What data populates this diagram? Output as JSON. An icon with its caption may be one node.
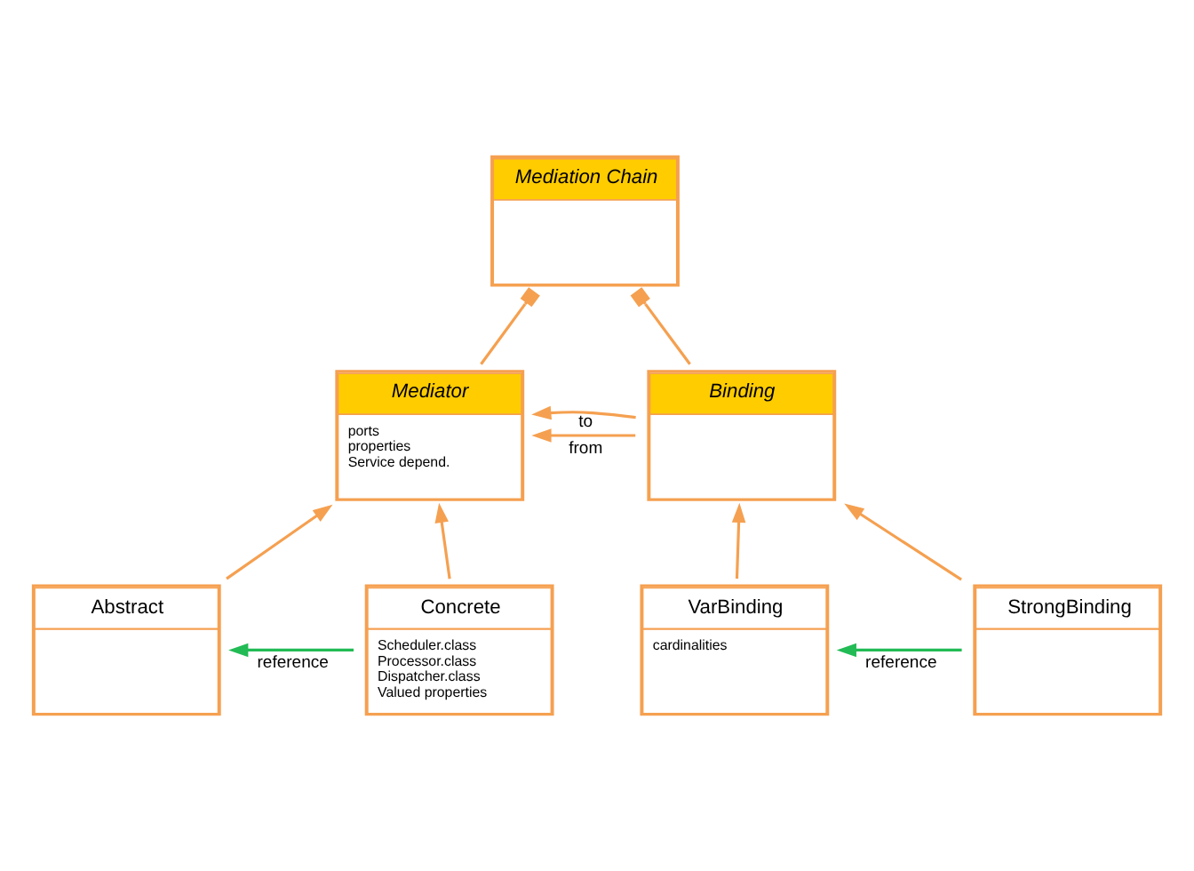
{
  "diagram": {
    "nodes": [
      {
        "text": [
          "Mediation Chain"
        ]
      },
      {
        "text": [
          "Mediator",
          "ports",
          "properties",
          "Service depend."
        ]
      },
      {
        "text": [
          "Binding"
        ]
      },
      {
        "text": [
          "Abstract"
        ]
      },
      {
        "text": [
          "Concrete",
          "Scheduler.class",
          "Processor.class",
          "Dispatcher.class",
          "Valued properties"
        ]
      },
      {
        "text": [
          "VarBinding",
          "cardinalities"
        ]
      },
      {
        "text": [
          "StrongBinding"
        ]
      }
    ],
    "edges": [
      {
        "from": 1,
        "to": 0,
        "arrow": "other"
      },
      {
        "from": 2,
        "to": 0,
        "arrow": "other"
      },
      {
        "from": 2,
        "to": 1,
        "arrow": "to",
        "label": "from"
      },
      {
        "from": 2,
        "to": 1,
        "arrow": "to",
        "label": "to"
      },
      {
        "from": 3,
        "to": 1,
        "arrow": "to"
      },
      {
        "from": 4,
        "to": 1,
        "arrow": "to"
      },
      {
        "from": 5,
        "to": 2,
        "arrow": "to"
      },
      {
        "from": 6,
        "to": 2,
        "arrow": "to"
      },
      {
        "from": 4,
        "to": 3,
        "arrow": "to",
        "label": "reference",
        "color": "#22bb55"
      },
      {
        "from": 6,
        "to": 5,
        "arrow": "to",
        "label": "reference",
        "color": "#22bb55"
      }
    ]
  }
}
